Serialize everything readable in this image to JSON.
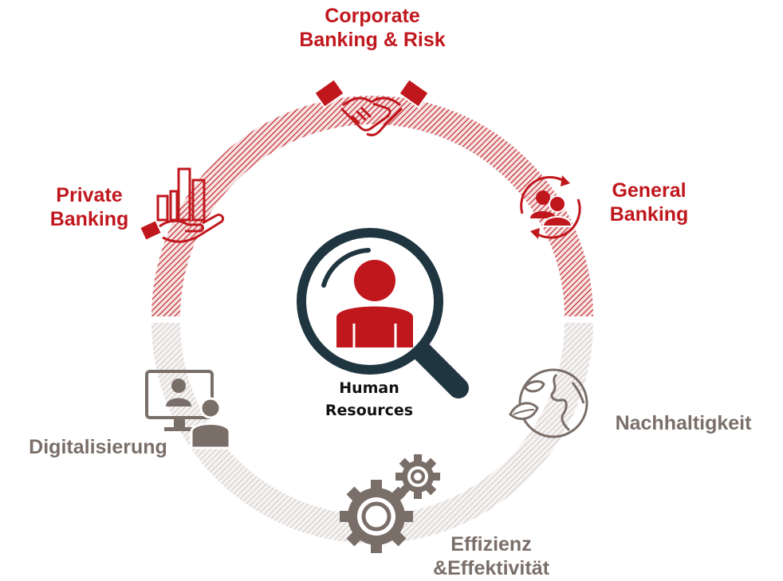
{
  "colors": {
    "accent_red": "#c0171d",
    "neutral_grey": "#7a6e68",
    "lens_dark": "#1f3640",
    "ring_red": "#c0171d",
    "ring_grey": "#cfc9c6"
  },
  "center": {
    "icon": "magnifier-person-icon",
    "line1": "Human",
    "line2": "Resources"
  },
  "segments": [
    {
      "id": "corporate",
      "icon": "handshake-icon",
      "line1": "Corporate",
      "line2": "Banking & Risk",
      "group": "red"
    },
    {
      "id": "general",
      "icon": "people-cycle-icon",
      "line1": "General",
      "line2": "Banking",
      "group": "red"
    },
    {
      "id": "private",
      "icon": "hand-chart-icon",
      "line1": "Private",
      "line2": "Banking",
      "group": "red"
    },
    {
      "id": "digital",
      "icon": "video-meeting-icon",
      "line1": "Digitalisierung",
      "line2": "",
      "group": "grey"
    },
    {
      "id": "sustain",
      "icon": "globe-leaf-icon",
      "line1": "Nachhaltigkeit",
      "line2": "",
      "group": "grey"
    },
    {
      "id": "efficiency",
      "icon": "gears-icon",
      "line1": "Effizienz",
      "line2": "&Effektivität",
      "group": "grey"
    }
  ]
}
